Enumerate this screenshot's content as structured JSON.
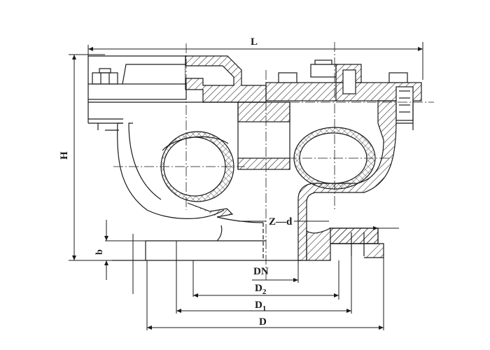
{
  "labels": {
    "L": "L",
    "H": "H",
    "b": "b",
    "Z_d": "Z—d",
    "DN": "DN",
    "D2": "D",
    "D2_sub": "2",
    "D1": "D",
    "D1_sub": "1",
    "D": "D"
  },
  "colors": {
    "line": "#1a1a1a",
    "hatch": "#1a1a1a",
    "float": "#d8d8d8"
  }
}
